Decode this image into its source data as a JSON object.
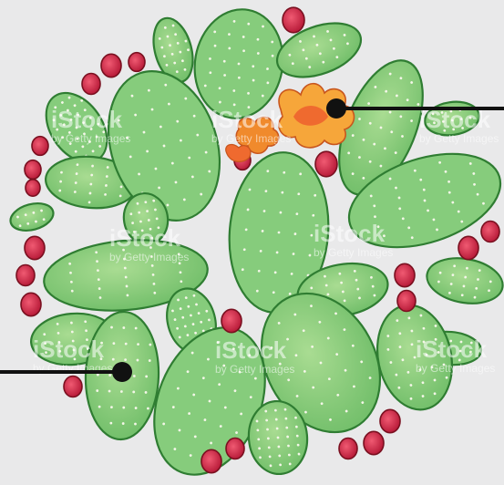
{
  "watermark": {
    "brand": "iStock",
    "byline": "by Getty Images"
  },
  "colors": {
    "background": "#e9e9ea",
    "pad_fill": "#7fc97a",
    "pad_fill_light": "#a6d98f",
    "pad_outline": "#2f7d32",
    "fruit": "#d62e4d",
    "flower_orange": "#f39a2b",
    "flower_red": "#e8532a",
    "pointer_line": "#111111"
  },
  "subject": {
    "icon": "prickly-pear-cactus-illustration"
  }
}
